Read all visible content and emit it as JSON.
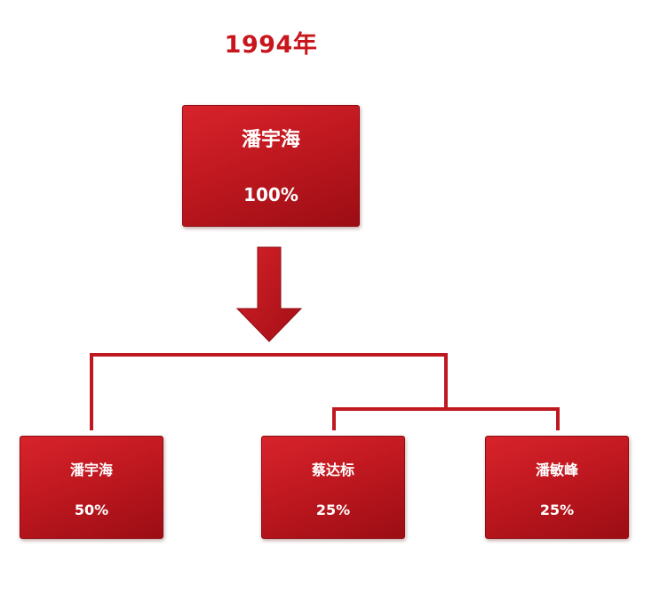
{
  "title": "1994年",
  "colors": {
    "accent": "#c8161d",
    "box_dark": "#9c0d14",
    "box_light": "#d8232b"
  },
  "top_holder": {
    "name": "潘宇海",
    "share": "100%"
  },
  "holders": [
    {
      "name": "潘宇海",
      "share": "50%"
    },
    {
      "name": "蔡达标",
      "share": "25%"
    },
    {
      "name": "潘敏峰",
      "share": "25%"
    }
  ],
  "icons": [
    "down-arrow-icon"
  ]
}
